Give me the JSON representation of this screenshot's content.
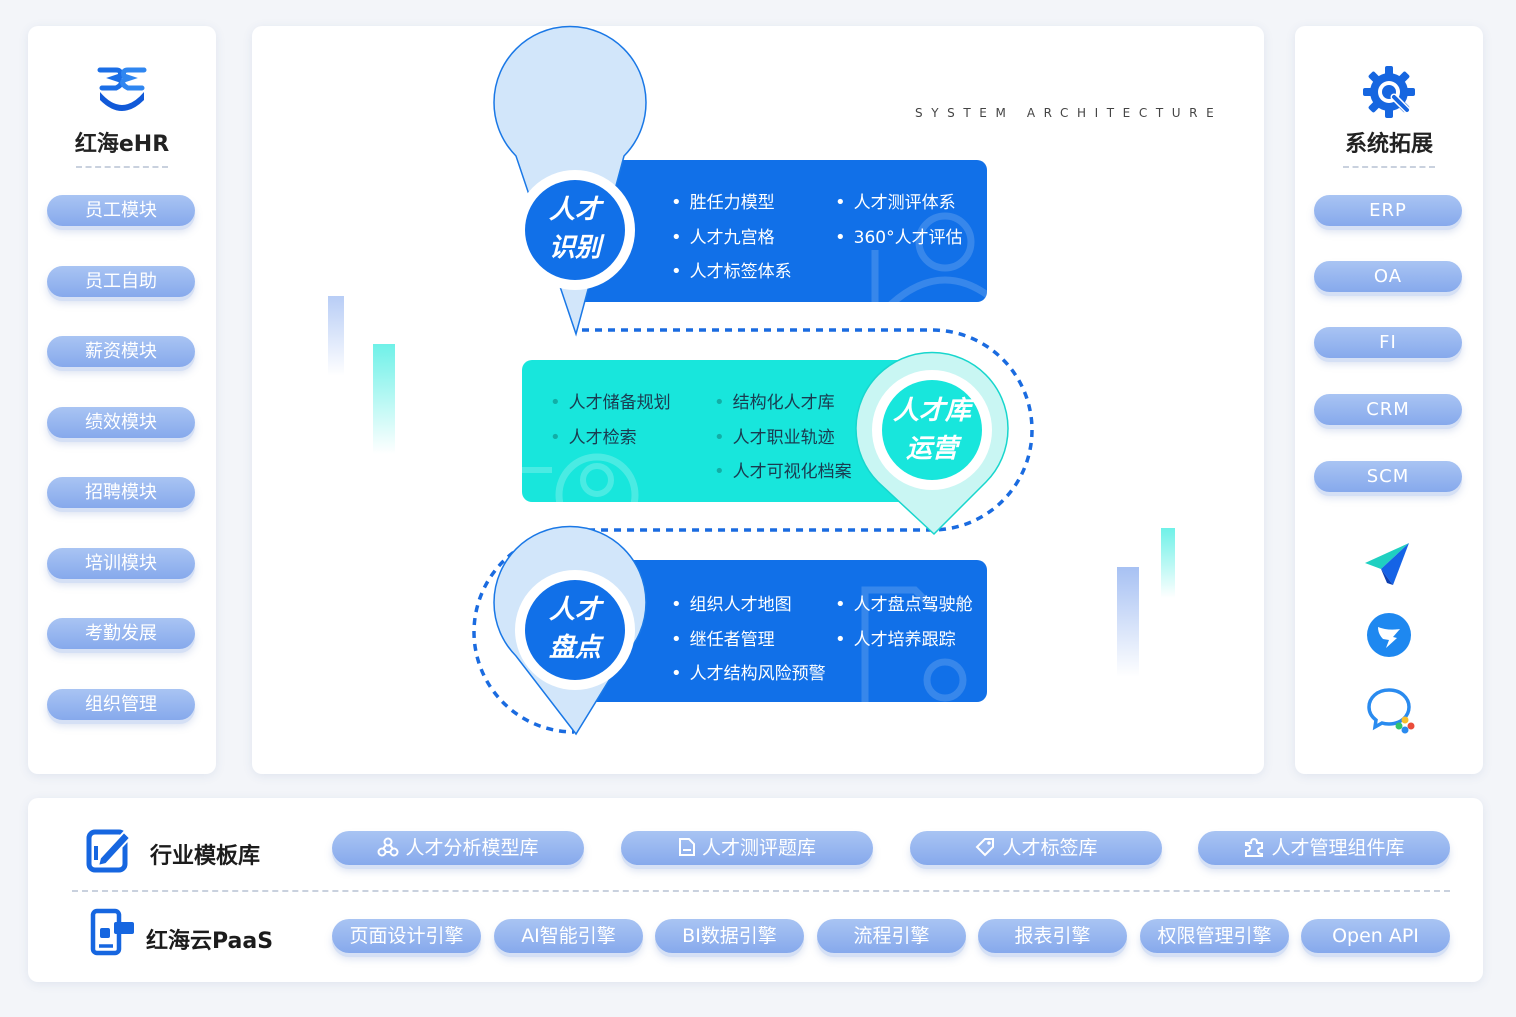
{
  "left_panel": {
    "brand_name": "红海eHR",
    "items": [
      "员工模块",
      "员工自助",
      "薪资模块",
      "绩效模块",
      "招聘模块",
      "培训模块",
      "考勤发展",
      "组织管理"
    ]
  },
  "center_panel": {
    "subtitle": "SYSTEM ARCHITECTURE",
    "stage1": {
      "label_line1": "人才",
      "label_line2": "识别",
      "col1": [
        "胜任力模型",
        "人才九宫格",
        "人才标签体系"
      ],
      "col2": [
        "人才测评体系",
        "360°人才评估"
      ]
    },
    "stage2": {
      "label_line1": "人才库",
      "label_line2": "运营",
      "col1": [
        "人才储备规划",
        "人才检索"
      ],
      "col2": [
        "结构化人才库",
        "人才职业轨迹",
        "人才可视化档案"
      ]
    },
    "stage3": {
      "label_line1": "人才",
      "label_line2": "盘点",
      "col1": [
        "组织人才地图",
        "继任者管理",
        "人才结构风险预警"
      ],
      "col2": [
        "人才盘点驾驶舱",
        "人才培养跟踪"
      ]
    }
  },
  "right_panel": {
    "title": "系统拓展",
    "items": [
      "ERP",
      "OA",
      "FI",
      "CRM",
      "SCM"
    ],
    "app_icons": [
      "feishu-icon",
      "dingtalk-icon",
      "wecom-icon"
    ]
  },
  "bottom_panel": {
    "template_title": "行业模板库",
    "template_items": [
      "人才分析模型库",
      "人才测评题库",
      "人才标签库",
      "人才管理组件库"
    ],
    "paas_title": "红海云PaaS",
    "paas_items": [
      "页面设计引擎",
      "AI智能引擎",
      "BI数据引擎",
      "流程引擎",
      "报表引擎",
      "权限管理引擎",
      "Open API"
    ]
  },
  "colors": {
    "primary_blue": "#1170e8",
    "cyan": "#18e6dc",
    "pill_blue": "#8fb0ee"
  }
}
